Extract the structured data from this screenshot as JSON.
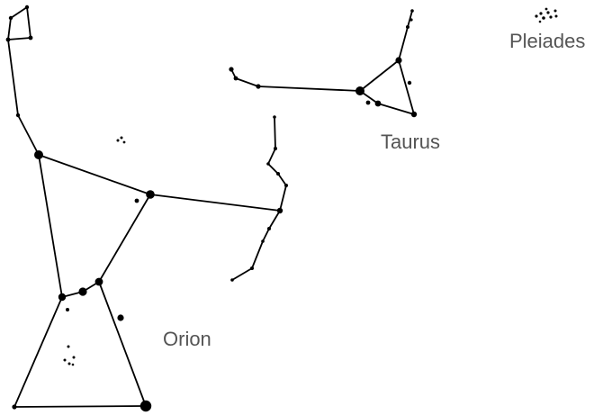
{
  "labels": {
    "pleiades": "Pleiades",
    "taurus": "Taurus",
    "orion": "Orion"
  },
  "colors": {
    "ink": "#000000",
    "label": "#555555",
    "background": "#ffffff"
  }
}
